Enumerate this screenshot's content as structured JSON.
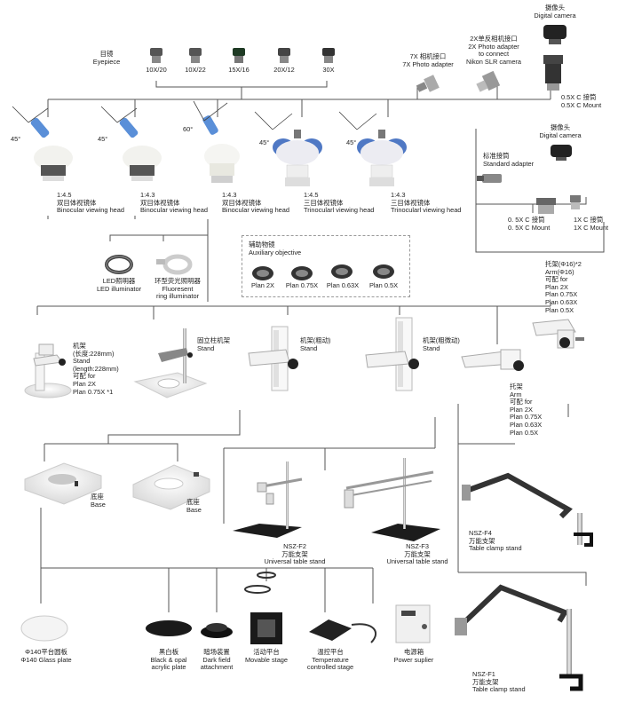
{
  "eyepiece": {
    "title_cn": "目镜",
    "title_en": "Eyepiece",
    "items": [
      "10X/20",
      "10X/22",
      "15X/16",
      "20X/12",
      "30X"
    ]
  },
  "cameras": {
    "digital_camera_cn": "摄像头",
    "digital_camera_en": "Digital camera",
    "photo7x_cn": "7X 相机接口",
    "photo7x_en": "7X Photo adapter",
    "photo2x_cn": "2X单反相机接口",
    "photo2x_en1": "2X Photo adapter",
    "photo2x_en2": "to connect",
    "photo2x_en3": "Nikon SLR camera",
    "cmount05_cn": "0.5X C 接筒",
    "cmount05_en": "0.5X C Mount",
    "digital_camera2_cn": "摄像头",
    "digital_camera2_en": "Digital camera",
    "std_adapter_cn": "标准接筒",
    "std_adapter_en": "Standard adapter",
    "cmount05b_cn": "0. 5X C 接筒",
    "cmount05b_en": "0. 5X C Mount",
    "cmount1_cn": "1X C 接筒",
    "cmount1_en": "1X C Mount"
  },
  "heads": [
    {
      "angle": "45°",
      "ratio": "1:4.5",
      "cn": "双目体视镜体",
      "en": "Binocular viewing head"
    },
    {
      "angle": "45°",
      "ratio": "1:4.3",
      "cn": "双目体视镜体",
      "en": "Binocular viewing head"
    },
    {
      "angle": "60°",
      "ratio": "1:4.3",
      "cn": "双目体视镜体",
      "en": "Binocular viewing head"
    },
    {
      "angle": "45°",
      "ratio": "1:4.5",
      "cn": "三目体视镜体",
      "en": "Trinocularl viewing head"
    },
    {
      "angle": "45°",
      "ratio": "1:4.3",
      "cn": "三目体视镜体",
      "en": "Trinocularl viewing head"
    }
  ],
  "illuminators": {
    "led_cn": "LED照明器",
    "led_en": "LED illuminator",
    "ring_cn": "环型荧光照明器",
    "ring_en1": "Fluoresent",
    "ring_en2": "ring illuminator"
  },
  "auxiliary": {
    "title_cn": "辅助物镜",
    "title_en": "Auxiliary objective",
    "items": [
      "Plan 2X",
      "Plan 0.75X",
      "Plan 0.63X",
      "Plan 0.5X"
    ]
  },
  "arm16": {
    "l1": "托架(Φ16)*2",
    "l2": "Arm(Φ16)",
    "l3": "可配 for",
    "l4": "Plan 2X",
    "l5": "Plan 0.75X",
    "l6": "Plan 0.63X",
    "l7": "Plan 0.5X"
  },
  "stands": {
    "s1_l1": "机架",
    "s1_l2": "(长度:228mm)",
    "s1_l3": "Stand",
    "s1_l4": "(length:228mm)",
    "s1_l5": "可配 for",
    "s1_l6": "Plan 2X",
    "s1_l7": "Plan 0.75X *1",
    "s2_cn": "固立柱机架",
    "s2_en": "Stand",
    "s3_cn": "机架(粗动)",
    "s3_en": "Stand",
    "s4_cn": "机架(粗微动)",
    "s4_en": "Stand"
  },
  "arm": {
    "l1": "托架",
    "l2": "Arm",
    "l3": "可配 for",
    "l4": "Plan 2X",
    "l5": "Plan 0.75X",
    "l6": "Plan 0.63X",
    "l7": "Plan 0.5X"
  },
  "bases": {
    "b1_cn": "底座",
    "b1_en": "Base",
    "b2_cn": "底座",
    "b2_en": "Base"
  },
  "universal": {
    "f2_model": "NSZ-F2",
    "f2_cn": "万能支架",
    "f2_en": "Universal table stand",
    "f3_model": "NSZ-F3",
    "f3_cn": "万能支架",
    "f3_en": "Universal table stand",
    "f4_model": "NSZ-F4",
    "f4_cn": "万能支架",
    "f4_en": "Table clamp stand",
    "f1_model": "NSZ-F1",
    "f1_cn": "万能支架",
    "f1_en": "Table clamp stand"
  },
  "accessories": {
    "glass_cn": "Φ140平台圆板",
    "glass_en": "Φ140 Glass plate",
    "plate_cn": "黑白板",
    "plate_en1": "Black & opal",
    "plate_en2": "acrylic plate",
    "dark_cn": "暗场装置",
    "dark_en1": "Dark field",
    "dark_en2": "attachment",
    "movable_cn": "活动平台",
    "movable_en": "Movable stage",
    "temp_cn": "温控平台",
    "temp_en1": "Temperature",
    "temp_en2": "controlled stage",
    "power_cn": "电源箱",
    "power_en": "Power suplier"
  },
  "colors": {
    "line": "#555555",
    "blue": "#5a8fd8",
    "grey_dark": "#3a3a3a",
    "grey_light": "#e6e6e6"
  }
}
